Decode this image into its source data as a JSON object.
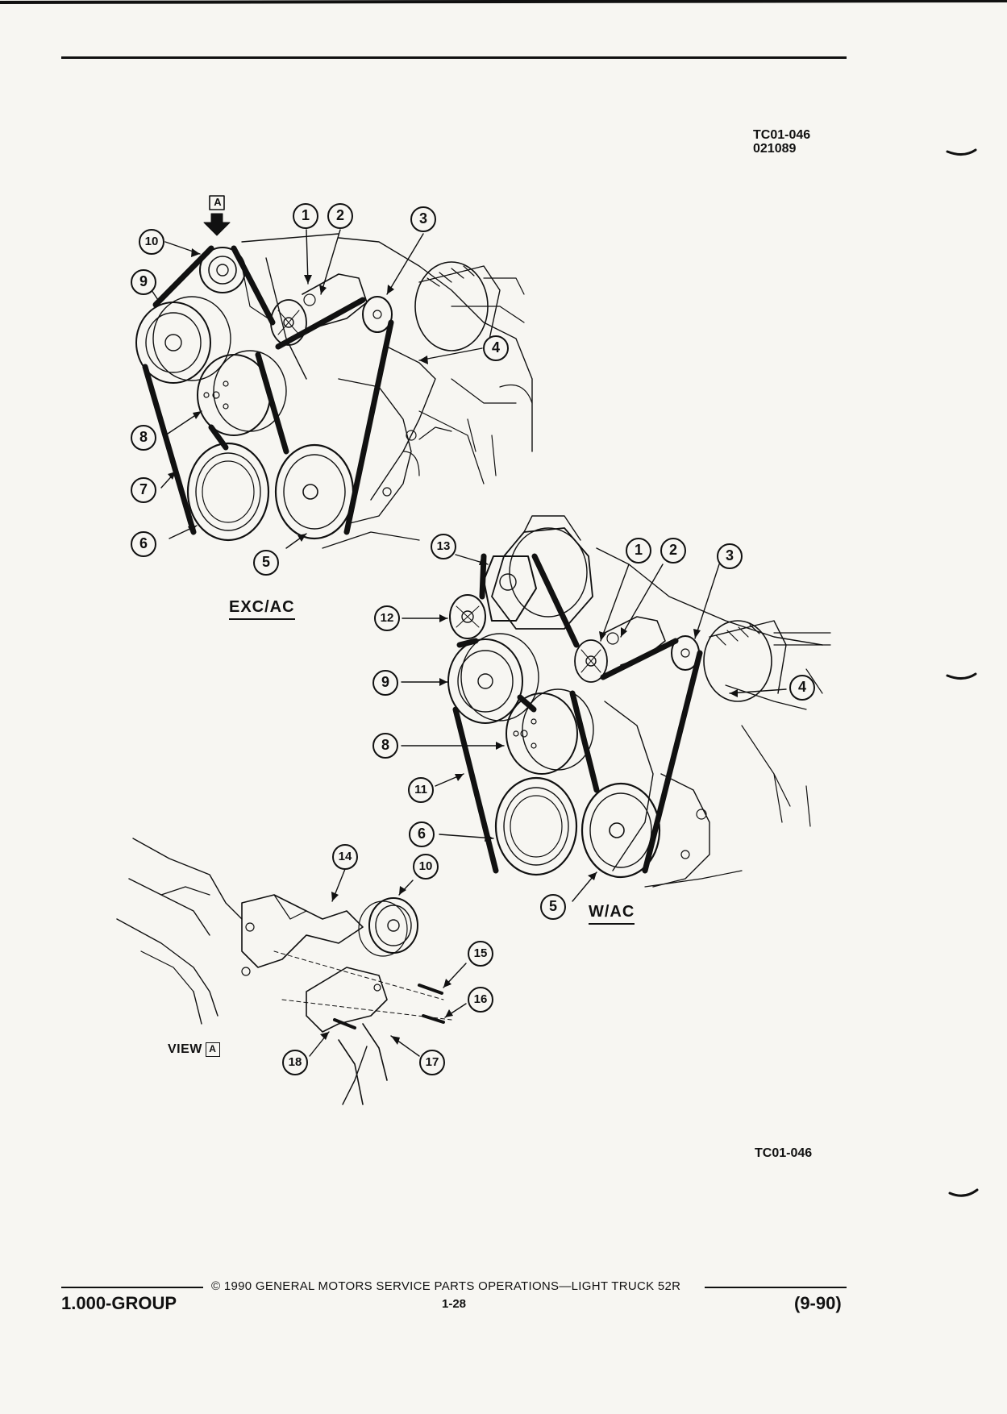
{
  "header": {
    "code_line1": "TC01-046",
    "code_line2": "021089"
  },
  "view_marker": {
    "letter": "A"
  },
  "diagrams": {
    "exc_ac": {
      "label": "EXC/AC",
      "callouts": [
        "1",
        "2",
        "3",
        "4",
        "5",
        "6",
        "7",
        "8",
        "9",
        "10"
      ]
    },
    "w_ac": {
      "label": "W/AC",
      "callouts": [
        "1",
        "2",
        "3",
        "4",
        "5",
        "6",
        "8",
        "9",
        "11",
        "12",
        "13"
      ]
    },
    "view_a": {
      "label": "VIEW",
      "letter": "A",
      "callouts": [
        "10",
        "14",
        "15",
        "16",
        "17",
        "18"
      ]
    }
  },
  "figure_code": "TC01-046",
  "footer": {
    "copyright": "© 1990 GENERAL MOTORS SERVICE PARTS OPERATIONS—LIGHT TRUCK 52R",
    "group": "1.000-GROUP",
    "page": "1-28",
    "date": "(9-90)"
  }
}
